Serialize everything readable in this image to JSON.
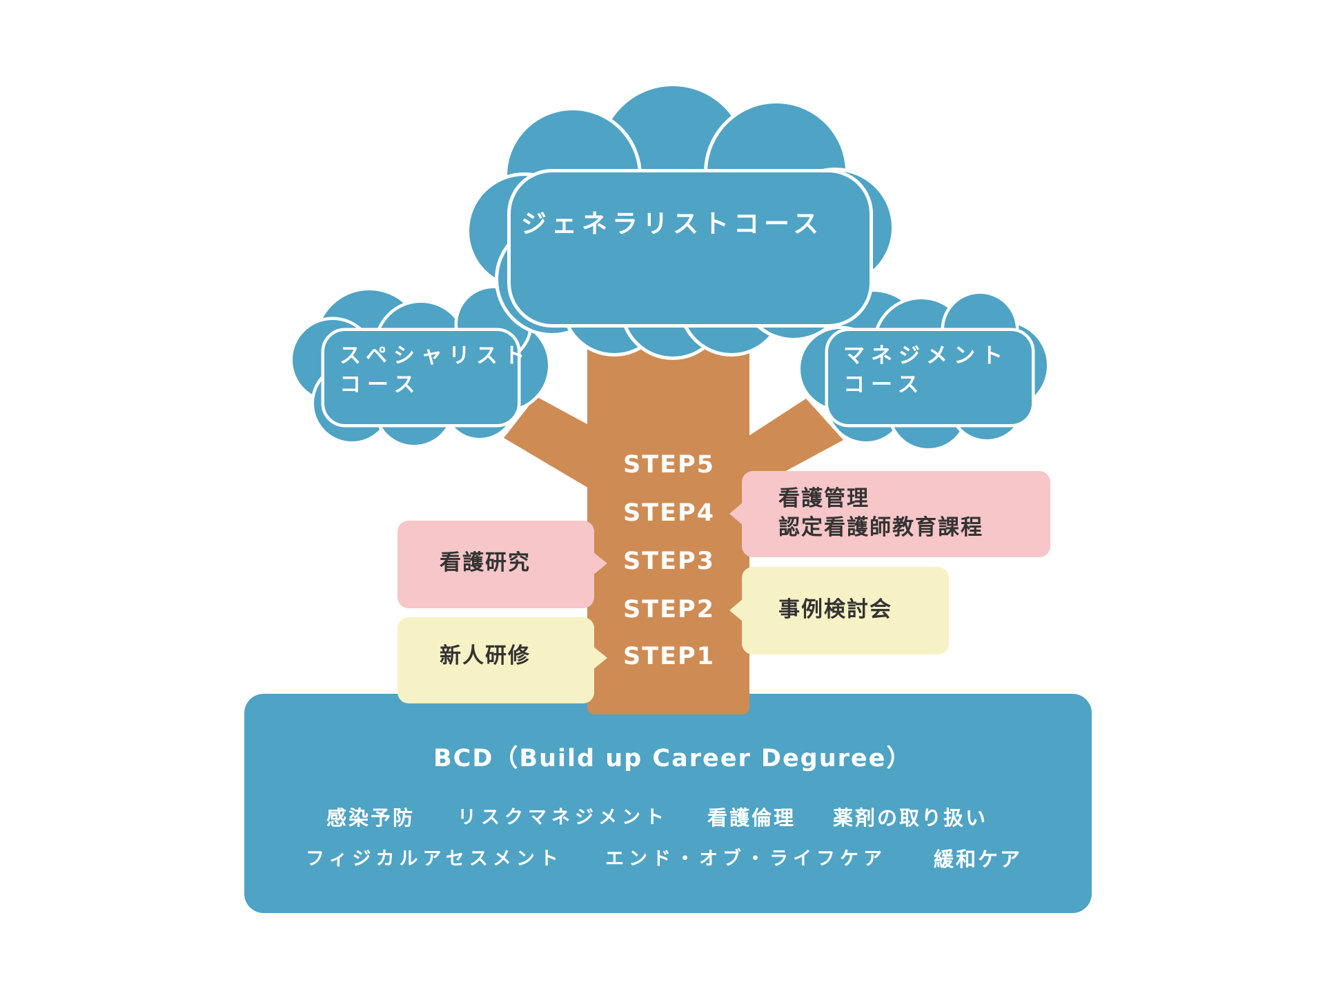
{
  "clouds": {
    "generalist": "ジェネラリストコース",
    "specialist": [
      "スペシャリスト",
      "コース"
    ],
    "management": [
      "マネジメント",
      "コース"
    ]
  },
  "steps": [
    "STEP5",
    "STEP4",
    "STEP3",
    "STEP2",
    "STEP1"
  ],
  "boxes": {
    "management_training": [
      "看護管理",
      "認定看護師教育課程"
    ],
    "nursing_research": "看護研究",
    "case_study": "事例検討会",
    "new_staff_training": "新人研修"
  },
  "bcd": {
    "title": "BCD（Build up Career Deguree）",
    "topics_row1": [
      "感染予防",
      "リスクマネジメント",
      "看護倫理",
      "薬剤の取り扱い"
    ],
    "topics_row2": [
      "フィジカルアセスメント",
      "エンド・オブ・ライフケア",
      "緩和ケア"
    ]
  },
  "colors": {
    "cloud_blue": "#4fa3c5",
    "trunk_brown": "#cf8b54",
    "pink_box": "#f6c6c8",
    "yellow_box": "#f7f2c6",
    "text_white": "#ffffff",
    "text_dark": "#333333"
  }
}
